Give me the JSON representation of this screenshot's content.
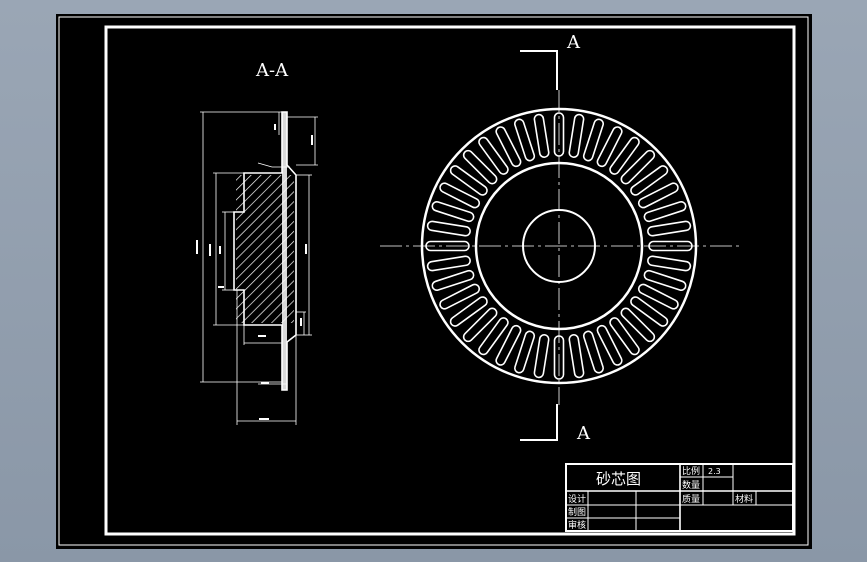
{
  "drawing": {
    "section_label": "A-A",
    "cut_label_top": "A",
    "cut_label_bottom": "A"
  },
  "title_block": {
    "title": "砂芯图",
    "scale_label": "比例",
    "scale_value": "2.3",
    "quantity_label": "数量",
    "weight_label": "质量",
    "material_label": "材料",
    "designer_label": "设计",
    "drafter_label": "制图",
    "reviewer_label": "审核"
  },
  "colors": {
    "background": "#8e9aaa",
    "sheet": "#000000",
    "line": "#ffffff"
  }
}
